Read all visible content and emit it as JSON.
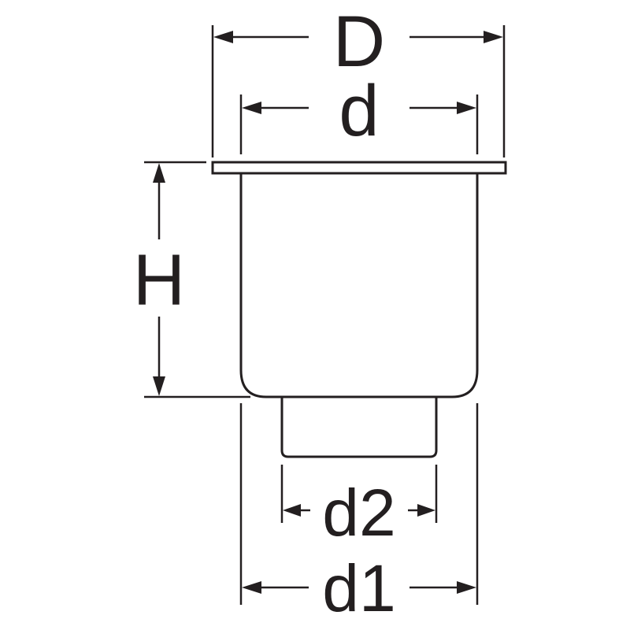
{
  "labels": {
    "outer_flange_diameter": "D",
    "body_diameter": "d",
    "height": "H",
    "outlet_diameter": "d2",
    "bottom_diameter": "d1"
  },
  "colors": {
    "line": "#231f20",
    "background": "#ffffff"
  }
}
